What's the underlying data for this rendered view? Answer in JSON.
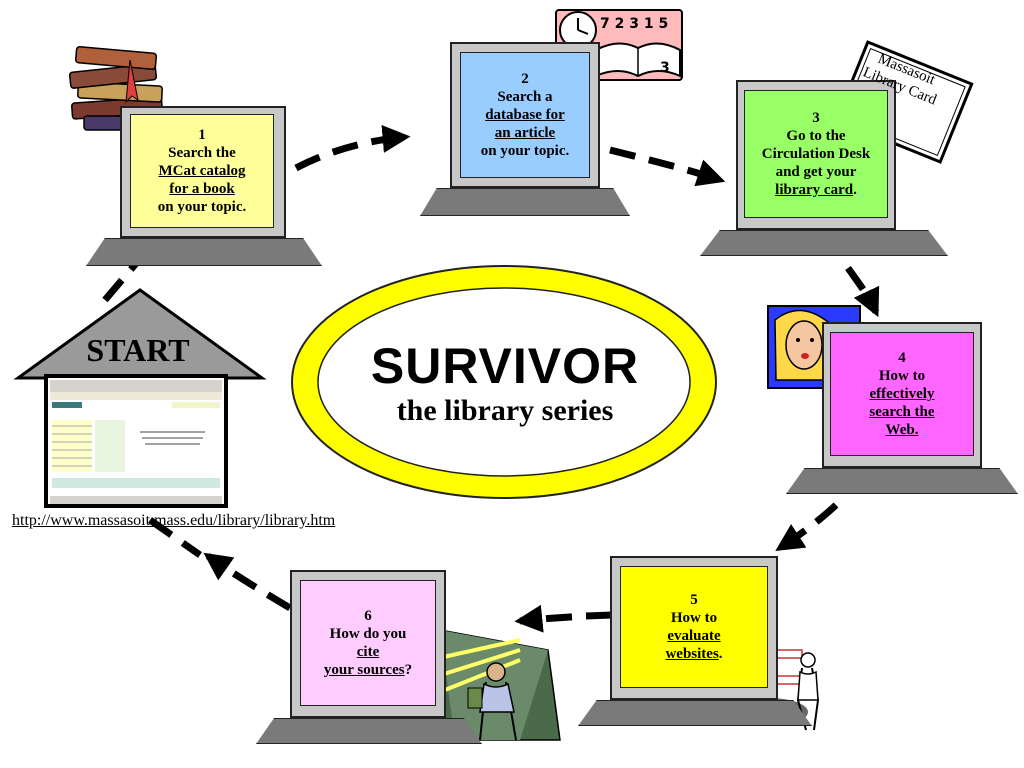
{
  "title": {
    "main": "SURVIVOR",
    "sub": "the library series"
  },
  "start": {
    "label": "START",
    "url": "http://www.massasoit.mass.edu/library/library.htm"
  },
  "card_label": [
    "Massasoit",
    "Library Card"
  ],
  "colors": {
    "step1": "#ffff99",
    "step2": "#99ccff",
    "step3": "#99ff66",
    "step4": "#ff66ff",
    "step5": "#ffff00",
    "step6": "#ffccff",
    "ring": "#ffff00",
    "bezel": "#c8c8c8",
    "stand": "#7a7a7a"
  },
  "steps": [
    {
      "num": "1",
      "l1": "Search the",
      "link1": "MCat catalog",
      "link2": "for a book",
      "l2": "on your topic."
    },
    {
      "num": "2",
      "l1": "Search a",
      "link1": "database for",
      "link2": "an article",
      "l2": "on your topic."
    },
    {
      "num": "3",
      "l1": "Go to the",
      "l2": "Circulation Desk",
      "l3": "and get  your",
      "link1": "library card",
      "tail": "."
    },
    {
      "num": "4",
      "l1": "How to",
      "link1": "effectively",
      "link2": "search the",
      "link3": "Web."
    },
    {
      "num": "5",
      "l1": "How to",
      "link1": "evaluate",
      "link2": "websites",
      "tail": "."
    },
    {
      "num": "6",
      "l1": "How do you",
      "link1": "cite",
      "link2": "your sources",
      "tail": "?"
    }
  ],
  "icons": [
    "books-icon",
    "clock-book-icon",
    "library-card-icon",
    "woman-computer-icon",
    "signpost-man-icon",
    "spotlight-man-icon",
    "browser-screenshot-icon"
  ]
}
